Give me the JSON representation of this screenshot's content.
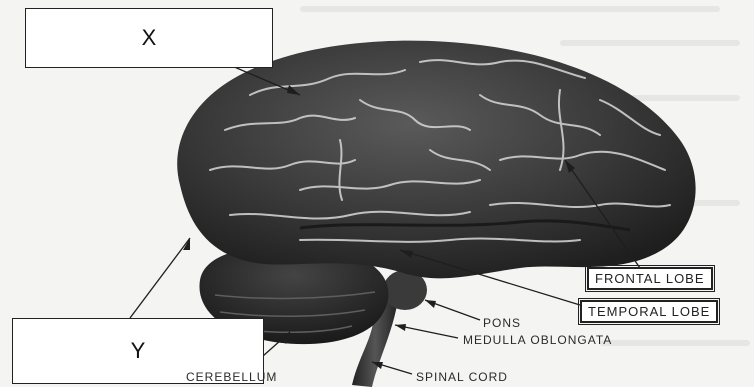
{
  "diagram": {
    "boxes": {
      "x_label": "X",
      "y_label": "Y"
    },
    "labels": {
      "frontal_lobe": "FRONTAL LOBE",
      "temporal_lobe": "TEMPORAL LOBE",
      "pons": "PONS",
      "medulla_oblongata": "MEDULLA OBLONGATA",
      "spinal_cord": "SPINAL CORD",
      "cerebellum": "CEREBELLUM"
    },
    "colors": {
      "brain_dark": "#2b2b2b",
      "brain_mid": "#4a4a4a",
      "gyri_highlight": "#cfcfcf",
      "background": "#f4f4f2"
    }
  }
}
